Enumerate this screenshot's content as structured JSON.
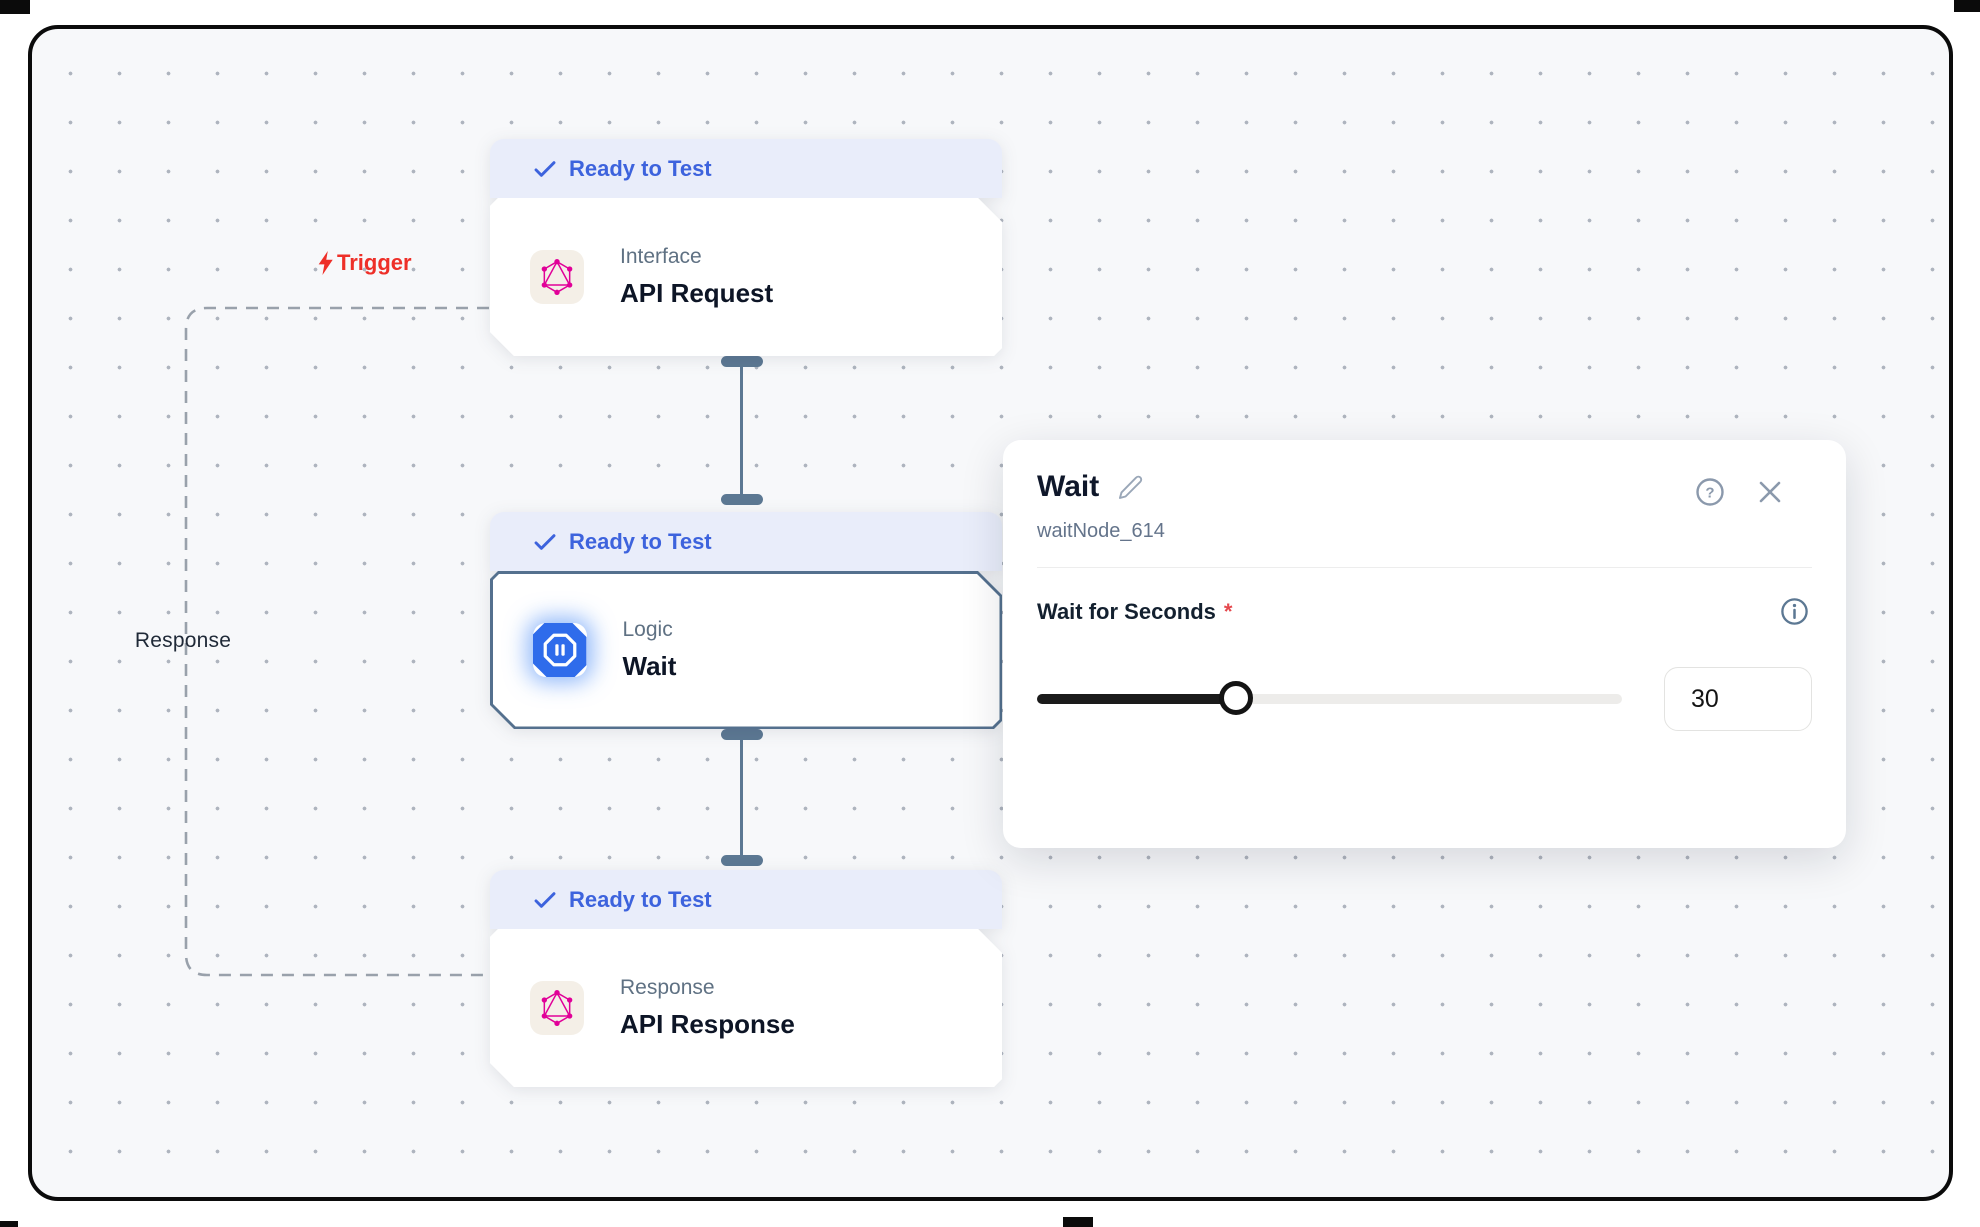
{
  "edge_labels": {
    "trigger": "Trigger",
    "response": "Response"
  },
  "nodes": [
    {
      "status": "Ready to Test",
      "category": "Interface",
      "title": "API Request",
      "icon": "graphql-icon",
      "selected": false
    },
    {
      "status": "Ready to Test",
      "category": "Logic",
      "title": "Wait",
      "icon": "pause-icon",
      "selected": true
    },
    {
      "status": "Ready to Test",
      "category": "Response",
      "title": "API Response",
      "icon": "graphql-icon",
      "selected": false
    }
  ],
  "panel": {
    "title": "Wait",
    "node_id": "waitNode_614",
    "field": {
      "label": "Wait for Seconds",
      "required_marker": "*",
      "value": "30",
      "slider_percent": 34
    }
  },
  "colors": {
    "status_blue": "#3d63dd",
    "status_bg": "#e9edfa",
    "trigger_red": "#ee2f28",
    "required_red": "#e5484d",
    "connector_slate": "#5c7893",
    "selected_border": "#54708e",
    "graphql_pink": "#e10098",
    "wait_icon_blue": "#2f6ceb",
    "canvas_bg": "#f7f8fa",
    "slider_fill": "#1b1b1b",
    "slider_track": "#edecea"
  }
}
